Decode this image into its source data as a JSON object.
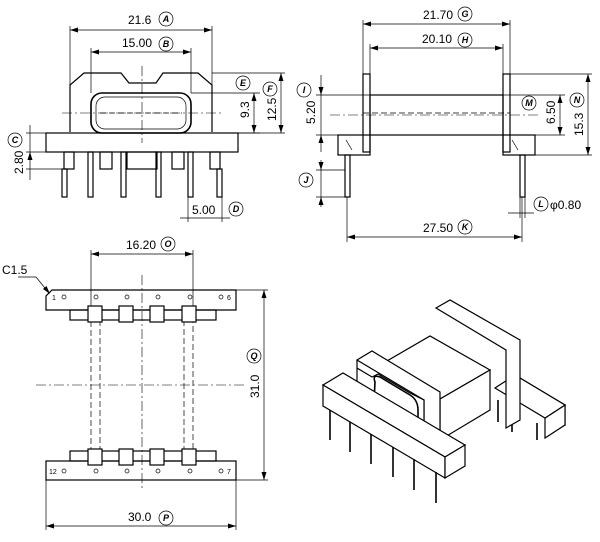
{
  "front_view": {
    "width_top": {
      "value": "21.6",
      "tag": "A"
    },
    "window_width": {
      "value": "15.00",
      "tag": "B"
    },
    "base_height": {
      "value": "",
      "tag": "C"
    },
    "pin_stub": {
      "value": "2.80"
    },
    "pin_pitch": {
      "value": "5.00",
      "tag": "D"
    },
    "window_height": {
      "value": "9.3",
      "tag": "E"
    },
    "flange_height": {
      "value": "12.5",
      "tag": "F"
    }
  },
  "side_view": {
    "overall_length": {
      "value": "21.70",
      "tag": "G"
    },
    "inner_length": {
      "value": "20.10",
      "tag": "H"
    },
    "core_offset": {
      "value": "5.20",
      "tag": "I"
    },
    "pin_stub": {
      "value": "",
      "tag": "J"
    },
    "pin_span": {
      "value": "27.50",
      "tag": "K"
    },
    "pin_diameter": {
      "value": "φ0.80",
      "tag": "L"
    },
    "core_size": {
      "value": "6.50",
      "tag": "M"
    },
    "overall_height": {
      "value": "15.3",
      "tag": "N"
    }
  },
  "bottom_view": {
    "chamfer": {
      "value": "C1.5"
    },
    "inner_span": {
      "value": "16.20",
      "tag": "O"
    },
    "overall_width": {
      "value": "30.0",
      "tag": "P"
    },
    "overall_depth": {
      "value": "31.0",
      "tag": "Q"
    },
    "pin_numbers": {
      "top_left": "1",
      "top_right": "6",
      "bottom_left": "12",
      "bottom_right": "7"
    }
  }
}
